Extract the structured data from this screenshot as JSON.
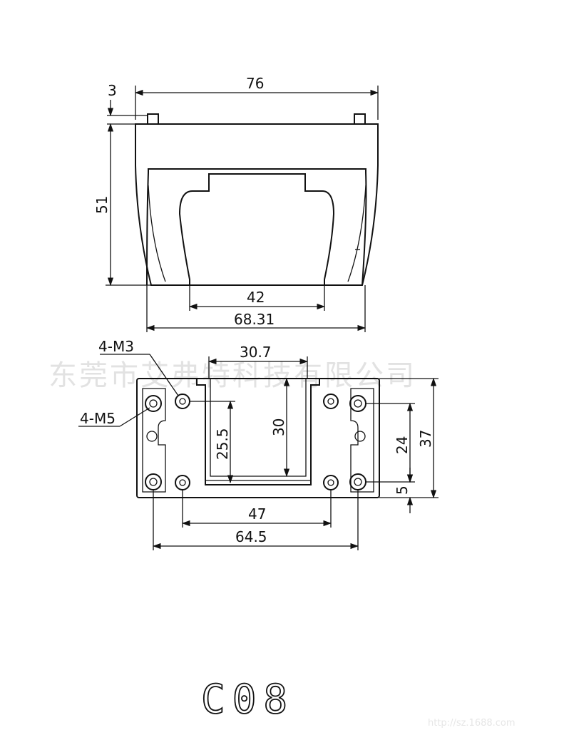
{
  "watermark": "东莞市艾弗特科技有限公司",
  "model": "C08",
  "url_watermark": "http://sz.1688.com",
  "top_view": {
    "width": "76",
    "height": "51",
    "pin": "3",
    "inner_width": "42",
    "base_width": "68.31"
  },
  "bottom_view": {
    "slot_width": "30.7",
    "m3_label": "4-M3",
    "m5_label": "4-M5",
    "slot_depth": "30",
    "m3_pitch_v": "25.5",
    "m5_pitch_v": "24",
    "height": "37",
    "offset": "5",
    "m3_pitch_h": "47",
    "m5_pitch_h": "64.5"
  }
}
